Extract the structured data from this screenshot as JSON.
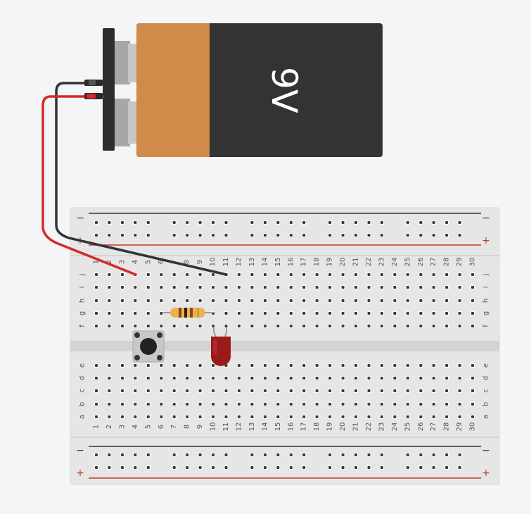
{
  "battery": {
    "label": "9V"
  },
  "breadboard": {
    "columns": [
      "1",
      "2",
      "3",
      "4",
      "5",
      "6",
      "7",
      "8",
      "9",
      "10",
      "11",
      "12",
      "13",
      "14",
      "15",
      "16",
      "17",
      "18",
      "19",
      "20",
      "21",
      "22",
      "23",
      "24",
      "25",
      "26",
      "27",
      "28",
      "29",
      "30"
    ],
    "rows_top": [
      "j",
      "i",
      "h",
      "g",
      "f"
    ],
    "rows_bottom": [
      "e",
      "d",
      "c",
      "b",
      "a"
    ],
    "rail_neg": "−",
    "rail_pos": "+"
  },
  "colors": {
    "background": "#f4f5f6",
    "board": "#e6e6e6",
    "battery_copper": "#d08a4a",
    "battery_body": "#333333",
    "wire_red": "#d42a2a",
    "wire_black": "#333333",
    "led_red": "#9b1a1a",
    "rail_red": "#c0392b"
  },
  "components": {
    "resistor": "resistor-icon",
    "led": "led-icon",
    "button": "pushbutton-icon"
  }
}
